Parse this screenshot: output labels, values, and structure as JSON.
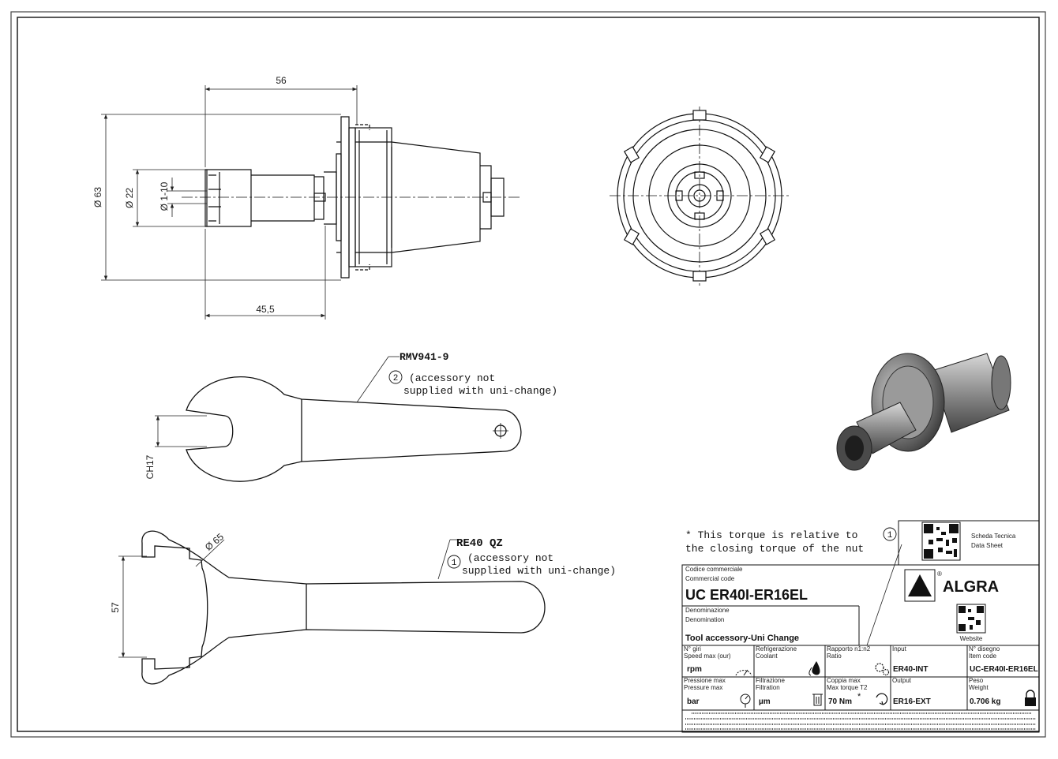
{
  "dimensions": {
    "length_56": "56",
    "length_45_5": "45,5",
    "dia_63": "Ø 63",
    "dia_22": "Ø 22",
    "dia_range": "Ø 1-10",
    "wrench_ch17": "CH17",
    "wrench_57": "57",
    "wrench_dia65": "Ø 65"
  },
  "accessories": {
    "spanner1": {
      "code": "RMV941-9",
      "number": "2",
      "line1": "(accessory not",
      "line2": "supplied with uni-change)"
    },
    "spanner2": {
      "code": "RE40 QZ",
      "number": "1",
      "line1": "(accessory not",
      "line2": "supplied with uni-change)"
    }
  },
  "torque_note": {
    "line1": "* This torque is relative to",
    "number": "1",
    "line2": "the closing torque of the nut"
  },
  "title_block": {
    "datasheet_it": "Scheda Tecnica",
    "datasheet_en": "Data Sheet",
    "brand": "ALGRA",
    "website_label": "Website",
    "code_label_it": "Codice commerciale",
    "code_label_en": "Commercial code",
    "code_value": "UC ER40I-ER16EL",
    "name_label_it": "Denominazione",
    "name_label_en": "Denomination",
    "name_value": "Tool accessory-Uni Change",
    "cells": [
      {
        "label1": "N° giri",
        "label2": "Speed max (our)",
        "value": "rpm",
        "icon": "gauge-icon"
      },
      {
        "label1": "Refrigerazione",
        "label2": "Coolant",
        "value": "",
        "icon": "coolant-drop-icon"
      },
      {
        "label1": "Rapporto n1:n2",
        "label2": "Ratio",
        "value": "",
        "icon": "gears-icon"
      },
      {
        "label1": "Input",
        "label2": "",
        "value": "ER40-INT",
        "icon": ""
      },
      {
        "label1": "N° disegno",
        "label2": "Item code",
        "value": "UC-ER40I-ER16EL",
        "icon": ""
      },
      {
        "label1": "Pressione max",
        "label2": "Pressure max",
        "value": "bar",
        "icon": "pressure-gauge-icon"
      },
      {
        "label1": "Filtrazione",
        "label2": "Filtration",
        "value": "µm",
        "icon": "filter-icon"
      },
      {
        "label1": "Coppia max",
        "label2": "Max torque T2",
        "value": "70 Nm",
        "icon": "torque-icon",
        "mark": "*"
      },
      {
        "label1": "Output",
        "label2": "",
        "value": "ER16-EXT",
        "icon": ""
      },
      {
        "label1": "Peso",
        "label2": "Weight",
        "value": "0.706 kg",
        "icon": "lock-icon"
      }
    ]
  }
}
